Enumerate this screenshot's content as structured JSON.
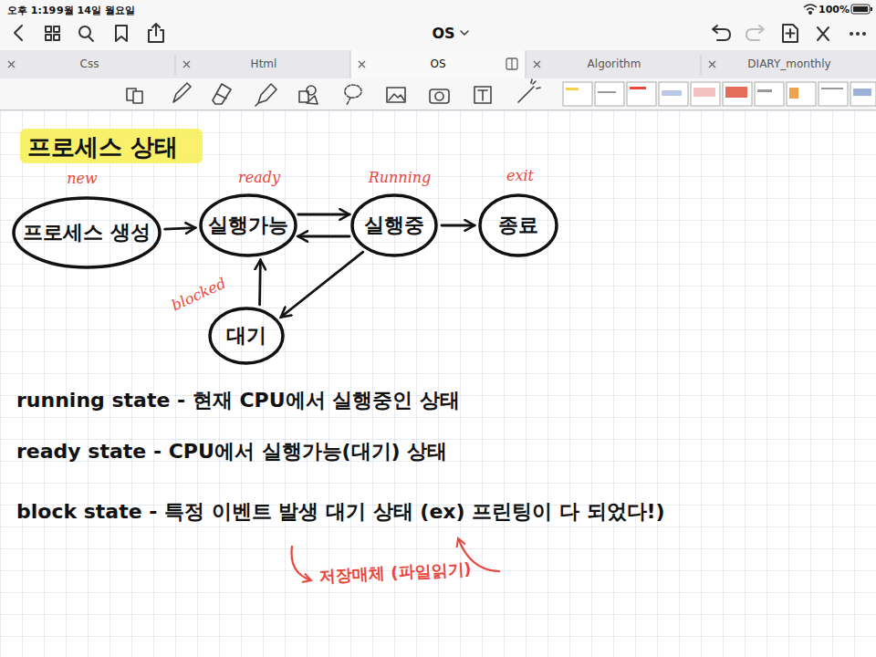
{
  "diagram": {
    "title": "프로세스 상태",
    "nodes": [
      {
        "text": [
          "프로세스 생성",
          "new"
        ]
      },
      {
        "text": [
          "실행가능",
          "ready"
        ]
      },
      {
        "text": [
          "실행중",
          "Running"
        ]
      },
      {
        "text": [
          "종료",
          "exit"
        ]
      },
      {
        "text": [
          "대기",
          "blocked"
        ]
      }
    ],
    "edges": [
      {
        "from": 0,
        "to": 1,
        "arrow": "to"
      },
      {
        "from": 1,
        "to": 2,
        "arrow": "to"
      },
      {
        "from": 2,
        "to": 1,
        "arrow": "to"
      },
      {
        "from": 2,
        "to": 3,
        "arrow": "to"
      },
      {
        "from": 2,
        "to": 4,
        "arrow": "to"
      },
      {
        "from": 4,
        "to": 1,
        "arrow": "to"
      }
    ],
    "labels": [
      "오후 1:19",
      "9월 14일 월요일",
      "100%",
      "OS",
      "Css",
      "Html",
      "OS",
      "Algorithm",
      "DIARY_monthly",
      "running state - 현재 CPU에서 실행중인 상태",
      "ready state - CPU에서 실행가능(대기) 상태",
      "block state - 특정 이벤트 발생 대기 상태 (ex) 프린팅이 다 되었다!)",
      "저장매체 (파일읽기)"
    ]
  }
}
